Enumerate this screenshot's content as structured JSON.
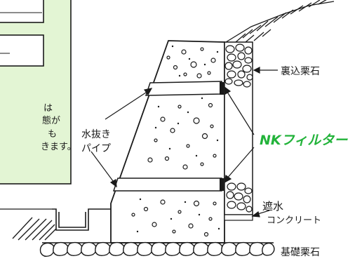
{
  "panel": {
    "bg_color": "#e3f5d4",
    "border_color": "#1a1a1a",
    "text_lines": [
      "は",
      "態が",
      "も",
      "きます。"
    ]
  },
  "labels": {
    "back_stone": "裏込栗石",
    "drain_pipe_line1": "水抜き",
    "drain_pipe_line2": "パイプ",
    "nk_filter": "NKフィルター",
    "waterproof_line1": "遮水",
    "waterproof_line2": "コンクリート",
    "foundation_stone": "基礎栗石"
  },
  "colors": {
    "ink": "#1a1a1a",
    "nk_green": "#22b33a"
  }
}
